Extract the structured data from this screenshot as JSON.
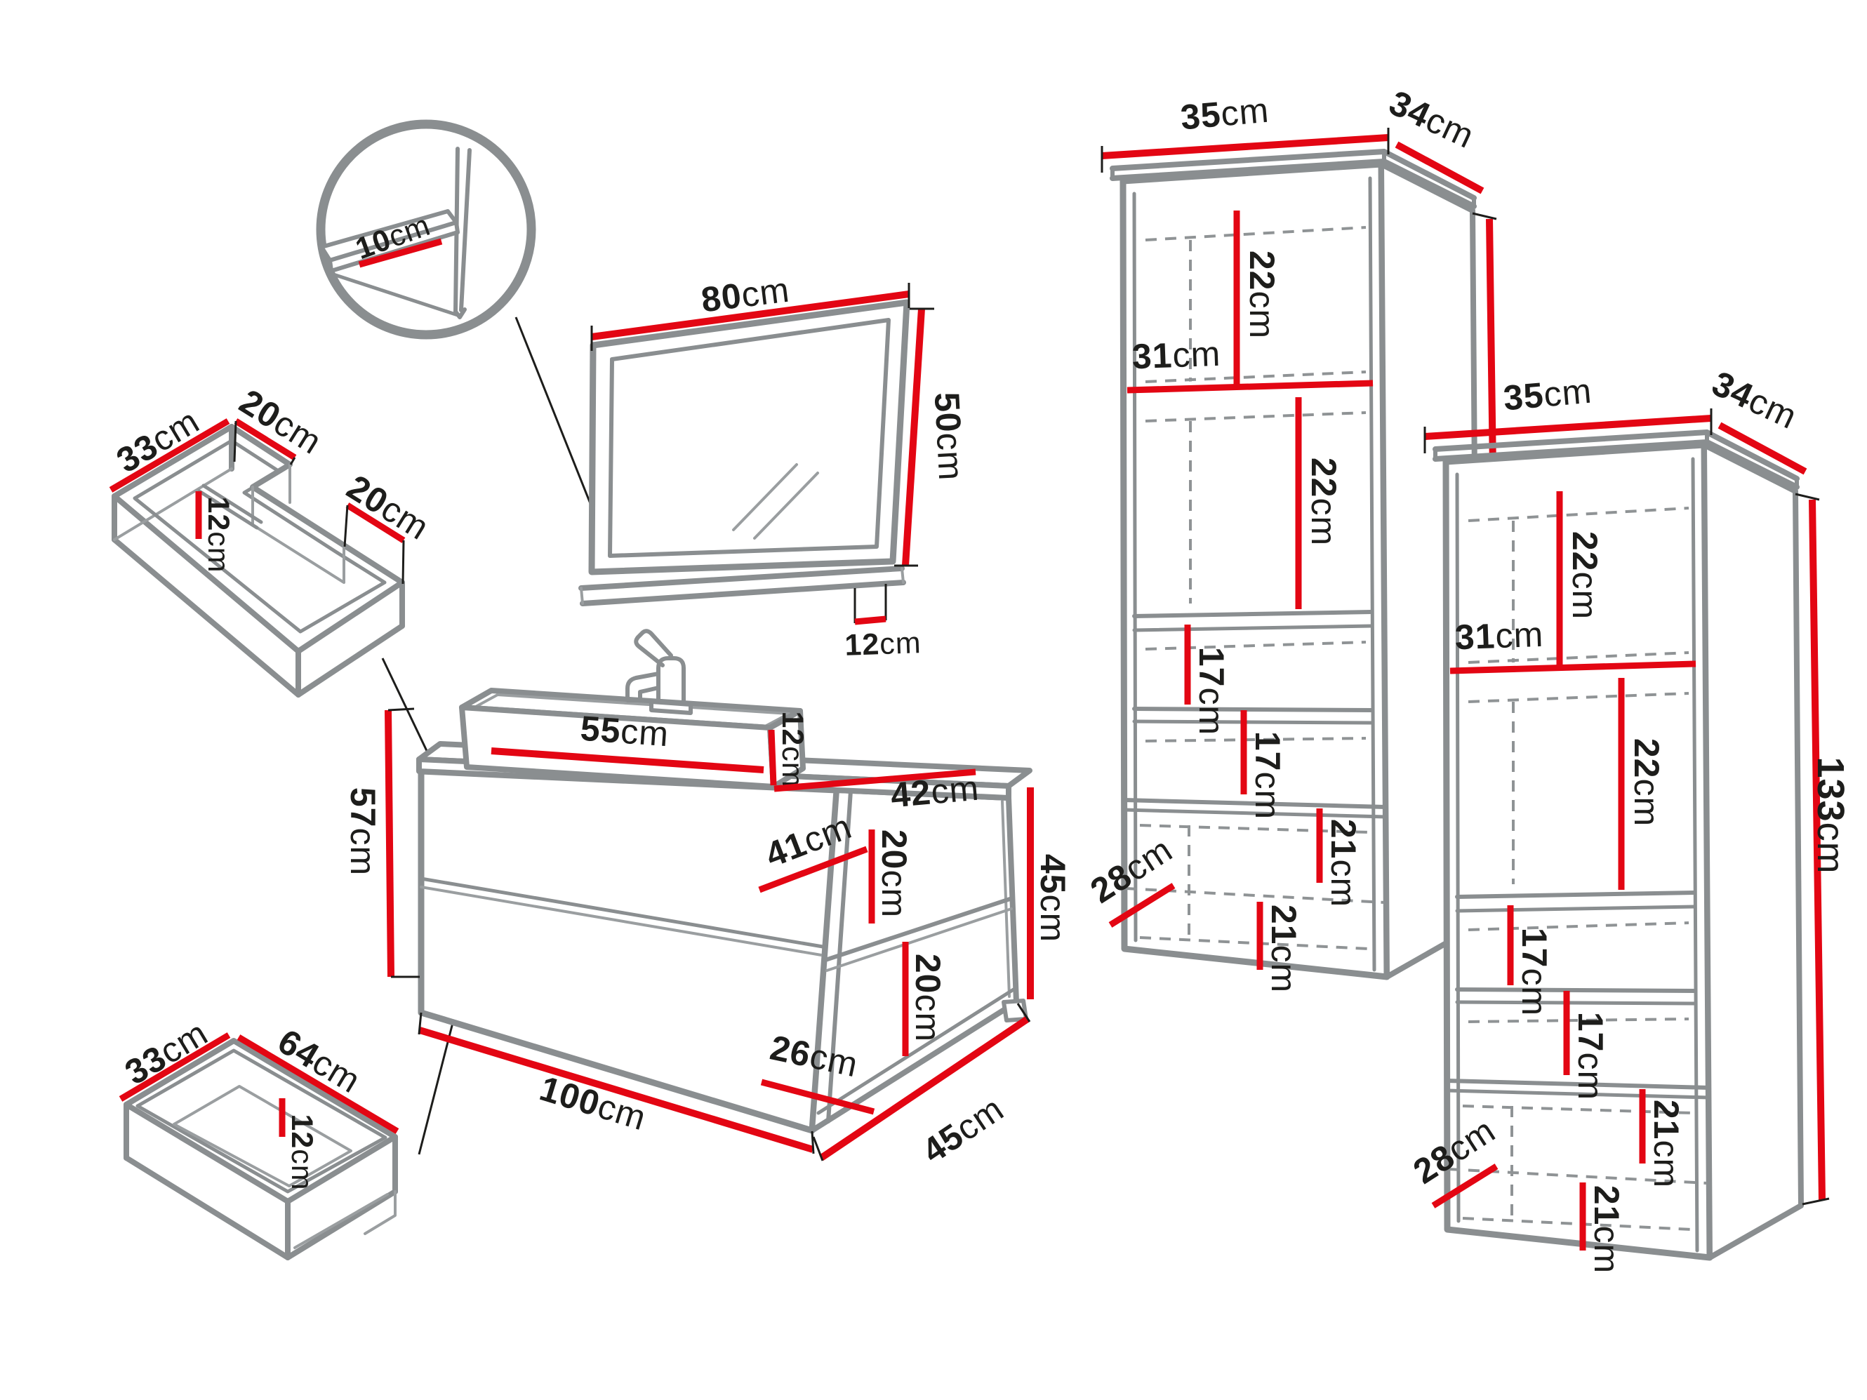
{
  "colors": {
    "dimension_red": "#e30613",
    "outline_gray": "#8a8e90",
    "text_black": "#1d1d1b",
    "background": "#ffffff"
  },
  "detail_view": {
    "shelf_depth": {
      "v": "10",
      "u": "cm"
    }
  },
  "mirror": {
    "width": {
      "v": "80",
      "u": "cm"
    },
    "height": {
      "v": "50",
      "u": "cm"
    },
    "shelf_height": {
      "v": "12",
      "u": "cm"
    }
  },
  "sink_tray": {
    "depth": {
      "v": "33",
      "u": "cm"
    },
    "left_width": {
      "v": "20",
      "u": "cm"
    },
    "height": {
      "v": "12",
      "u": "cm"
    },
    "right_width": {
      "v": "20",
      "u": "cm"
    }
  },
  "vanity": {
    "basin_width": {
      "v": "55",
      "u": "cm"
    },
    "basin_height": {
      "v": "12",
      "u": "cm"
    },
    "counter_depth": {
      "v": "42",
      "u": "cm"
    },
    "body_height": {
      "v": "57",
      "u": "cm"
    },
    "shelf_width": {
      "v": "41",
      "u": "cm"
    },
    "upper_shelf_height": {
      "v": "20",
      "u": "cm"
    },
    "lower_shelf_height": {
      "v": "20",
      "u": "cm"
    },
    "bottom_shelf_depth": {
      "v": "26",
      "u": "cm"
    },
    "width": {
      "v": "100",
      "u": "cm"
    },
    "depth": {
      "v": "45",
      "u": "cm"
    },
    "side_height": {
      "v": "45",
      "u": "cm"
    }
  },
  "drawer": {
    "depth": {
      "v": "33",
      "u": "cm"
    },
    "width": {
      "v": "64",
      "u": "cm"
    },
    "height": {
      "v": "12",
      "u": "cm"
    }
  },
  "tall_cabinet_left": {
    "top_width": {
      "v": "35",
      "u": "cm"
    },
    "top_depth": {
      "v": "34",
      "u": "cm"
    },
    "compartment1_height": {
      "v": "22",
      "u": "cm"
    },
    "shelf_width": {
      "v": "31",
      "u": "cm"
    },
    "compartment2_height": {
      "v": "22",
      "u": "cm"
    },
    "compartment3_height": {
      "v": "17",
      "u": "cm"
    },
    "compartment4_height": {
      "v": "17",
      "u": "cm"
    },
    "compartment5_height": {
      "v": "21",
      "u": "cm"
    },
    "compartment6_height": {
      "v": "21",
      "u": "cm"
    },
    "interior_depth": {
      "v": "28",
      "u": "cm"
    },
    "height": {
      "v": "133",
      "u": "cm"
    }
  },
  "tall_cabinet_right": {
    "top_width": {
      "v": "35",
      "u": "cm"
    },
    "top_depth": {
      "v": "34",
      "u": "cm"
    },
    "compartment1_height": {
      "v": "22",
      "u": "cm"
    },
    "shelf_width": {
      "v": "31",
      "u": "cm"
    },
    "compartment2_height": {
      "v": "22",
      "u": "cm"
    },
    "compartment3_height": {
      "v": "17",
      "u": "cm"
    },
    "compartment4_height": {
      "v": "17",
      "u": "cm"
    },
    "compartment5_height": {
      "v": "21",
      "u": "cm"
    },
    "compartment6_height": {
      "v": "21",
      "u": "cm"
    },
    "interior_depth": {
      "v": "28",
      "u": "cm"
    },
    "height": {
      "v": "133",
      "u": "cm"
    }
  }
}
